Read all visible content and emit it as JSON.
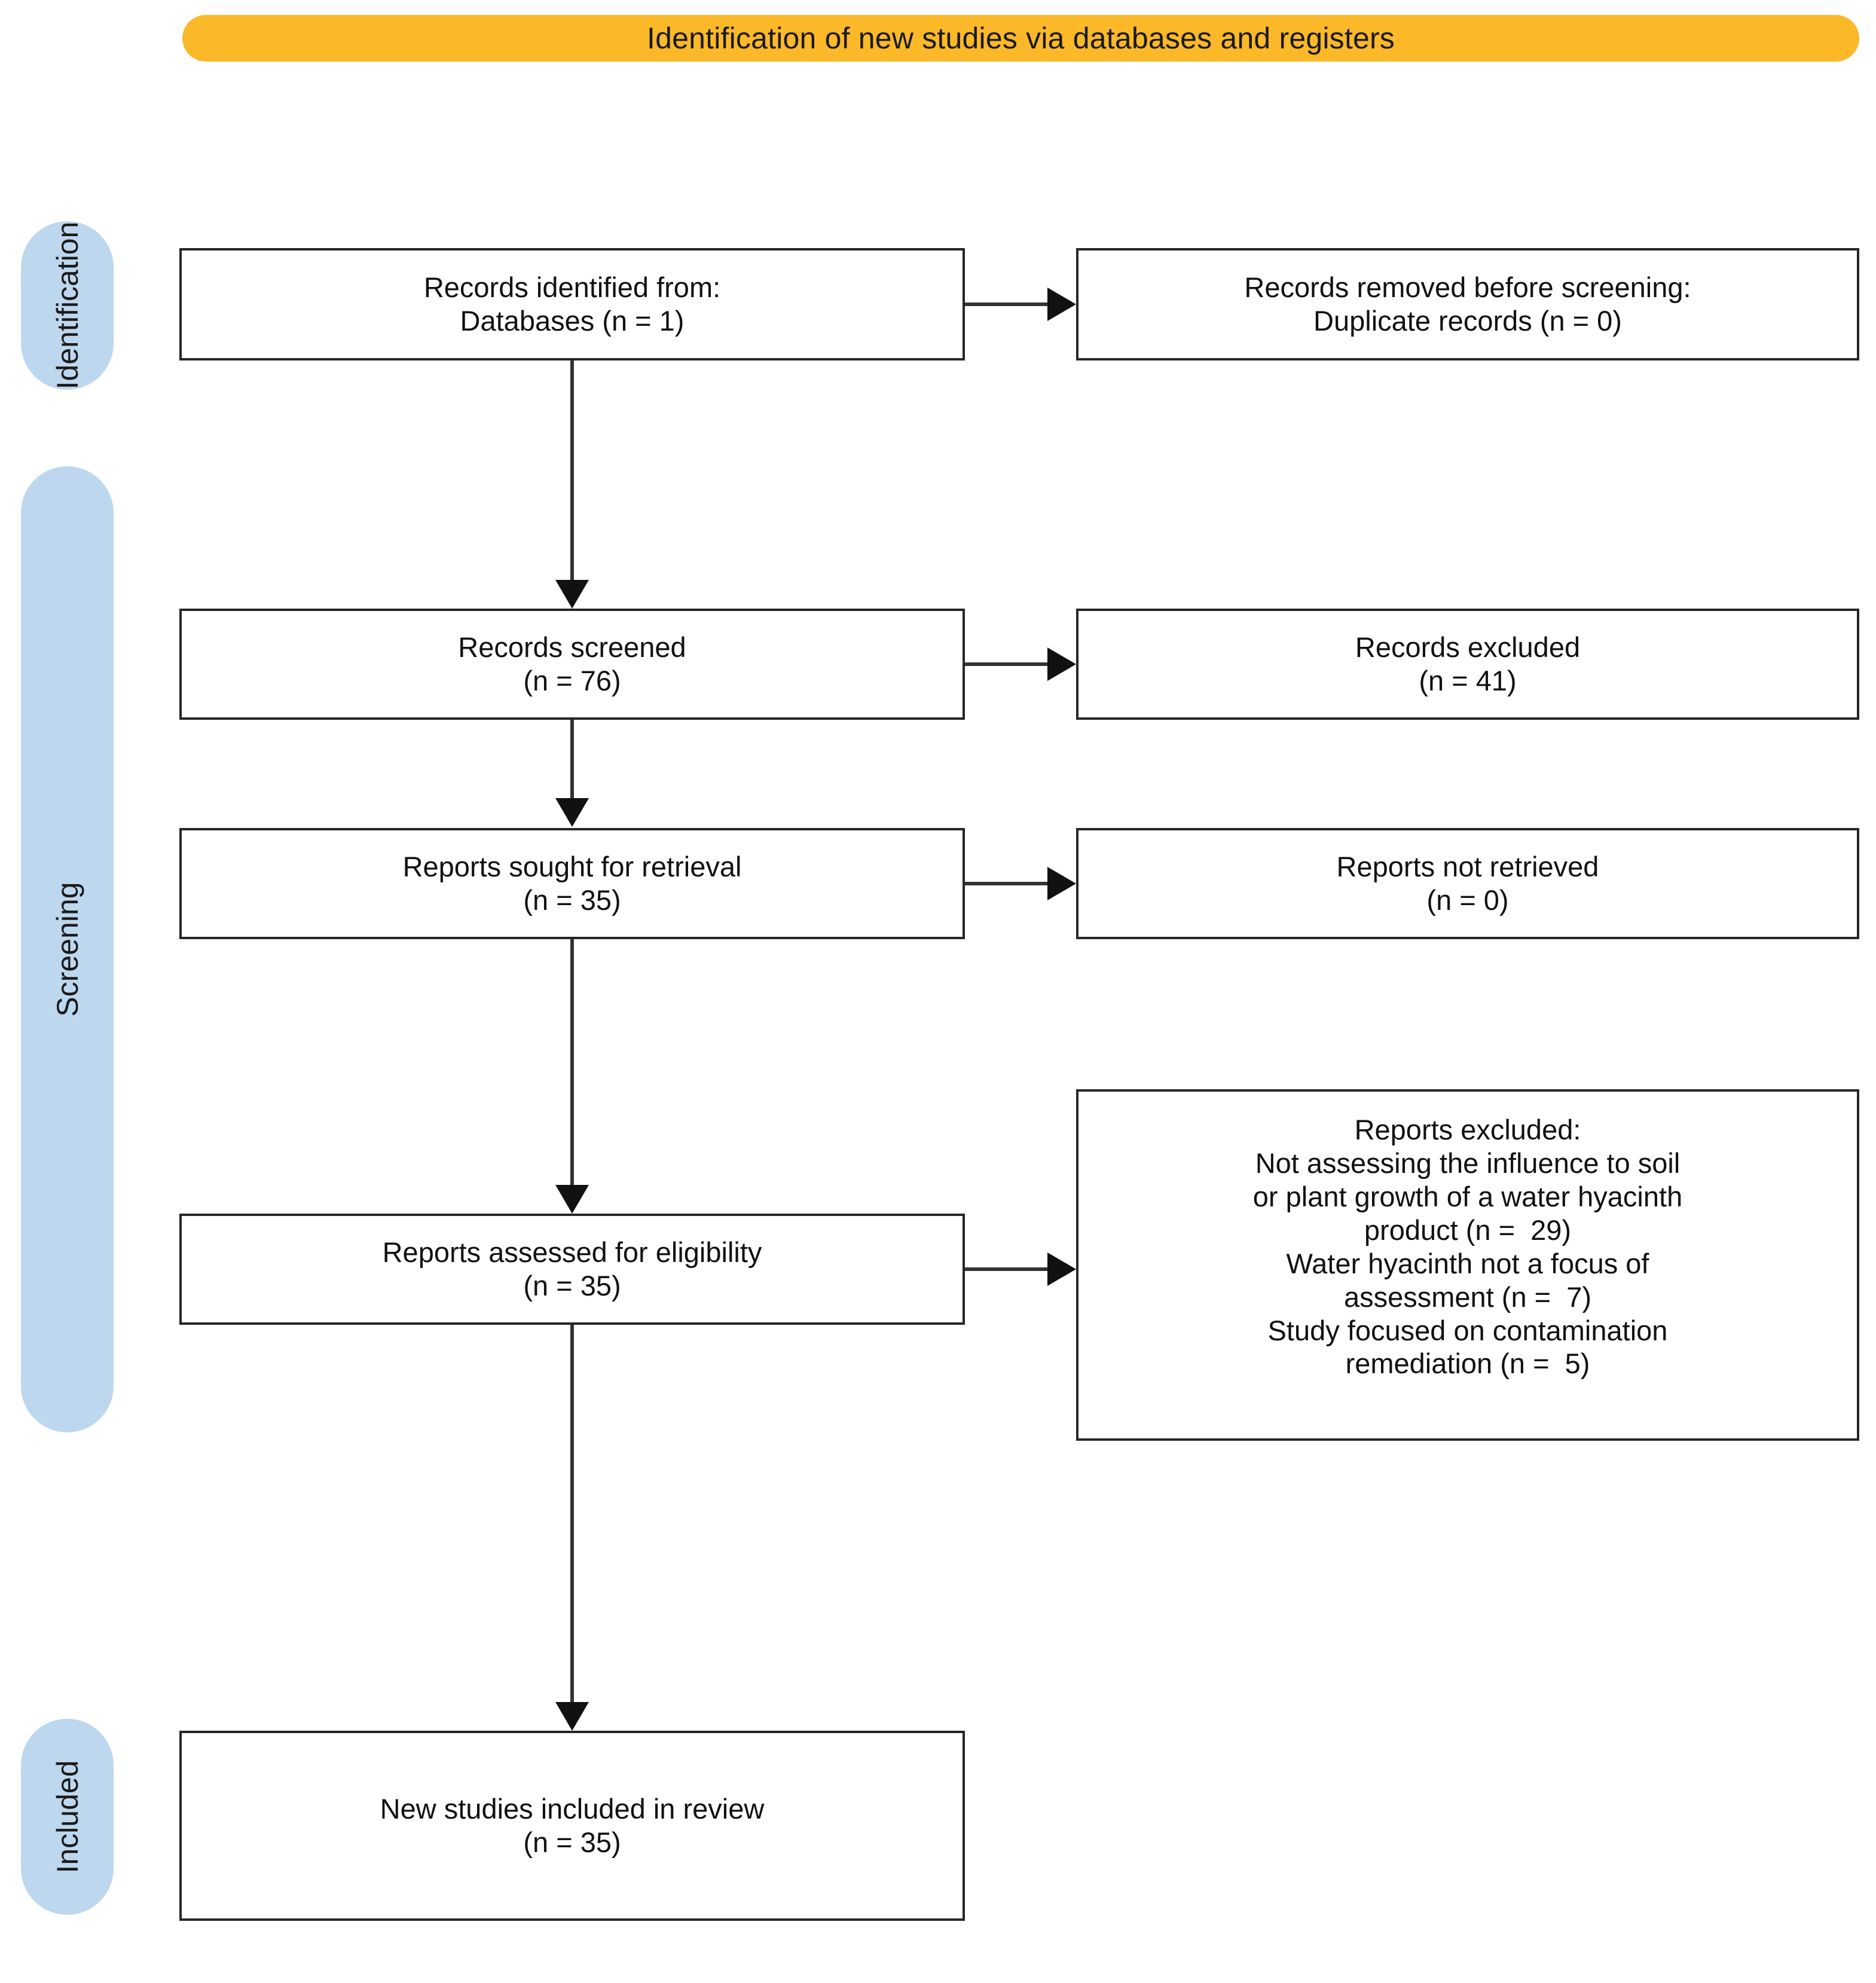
{
  "header": {
    "title": "Identification of new studies via databases and registers",
    "background_color": "#FBB829"
  },
  "stages": {
    "pill_color": "#BDD7EE",
    "items": [
      {
        "label": "Identification"
      },
      {
        "label": "Screening"
      },
      {
        "label": "Included"
      }
    ]
  },
  "boxes": {
    "identified": {
      "lines": [
        "Records identified from:",
        "Databases (n = 1)"
      ]
    },
    "removed": {
      "lines": [
        "Records removed before screening:",
        "Duplicate records (n = 0)"
      ]
    },
    "screened": {
      "lines": [
        "Records screened",
        "(n = 76)"
      ]
    },
    "records_excluded": {
      "lines": [
        "Records excluded",
        "(n = 41)"
      ]
    },
    "sought": {
      "lines": [
        "Reports sought for retrieval",
        "(n = 35)"
      ]
    },
    "not_retrieved": {
      "lines": [
        "Reports not retrieved",
        "(n = 0)"
      ]
    },
    "assessed": {
      "lines": [
        "Reports assessed for eligibility",
        "(n = 35)"
      ]
    },
    "reports_excluded": {
      "lines": [
        "Reports excluded:",
        "Not assessing the influence to soil",
        "or plant growth of a water hyacinth",
        "product (n =  29)",
        "Water hyacinth not a focus of",
        "assessment (n =  7)",
        "Study focused on contamination",
        "remediation (n =  5)"
      ]
    },
    "included": {
      "lines": [
        "New studies included in review",
        "(n = 35)"
      ]
    }
  },
  "counts": {
    "databases": 1,
    "duplicate_records": 0,
    "records_screened": 76,
    "records_excluded": 41,
    "reports_sought": 35,
    "reports_not_retrieved": 0,
    "reports_assessed": 35,
    "excluded_not_assessing_influence": 29,
    "excluded_not_focus": 7,
    "excluded_contamination_remediation": 5,
    "new_studies_included": 35
  },
  "colors": {
    "banner": "#FBB829",
    "stage_pill": "#BDD7EE",
    "box_border": "#262626",
    "connector": "#333333",
    "text": "#111111",
    "background": "#FFFFFF"
  }
}
